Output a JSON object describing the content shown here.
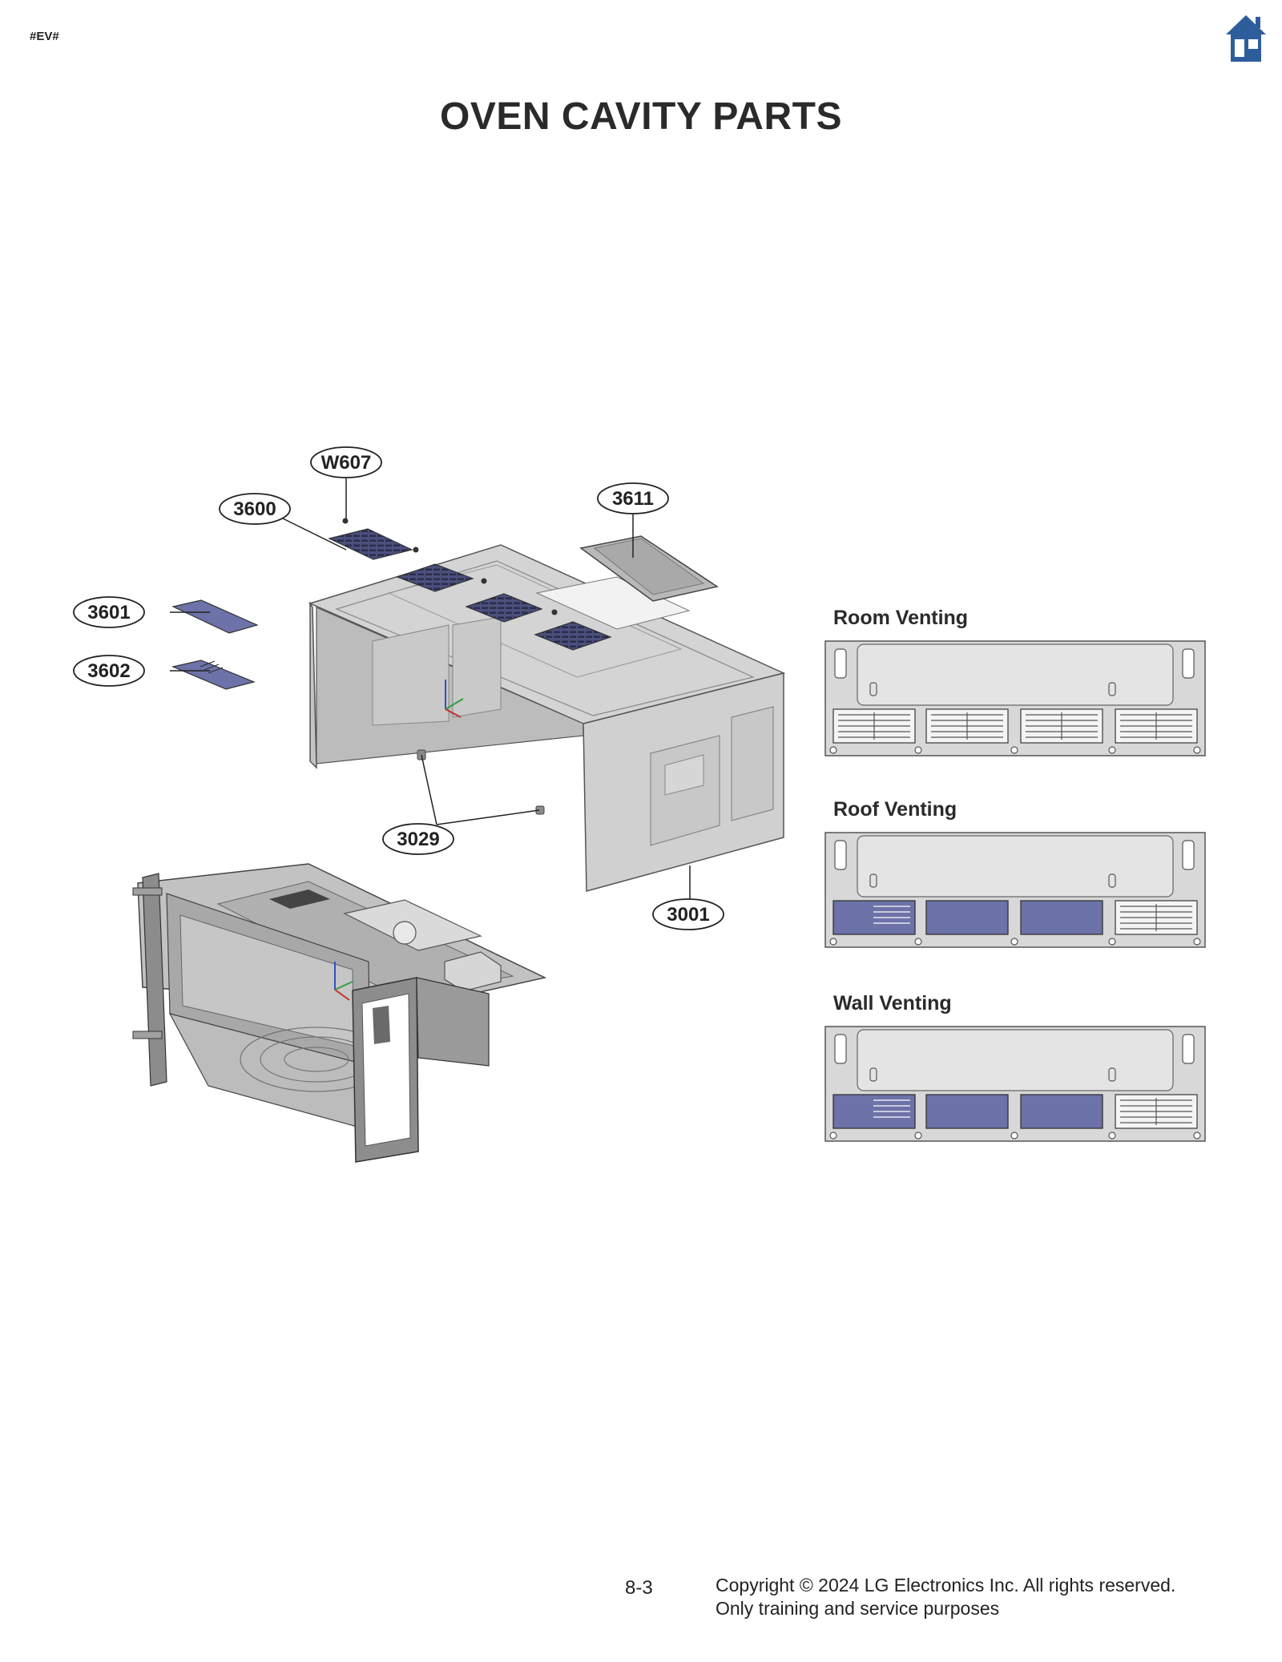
{
  "header": {
    "tag": "#EV#",
    "home_icon": "home-icon"
  },
  "title": "OVEN CAVITY PARTS",
  "callouts": [
    "W607",
    "3600",
    "3611",
    "3601",
    "3602",
    "3029",
    "3001"
  ],
  "venting": {
    "room": "Room Venting",
    "roof": "Roof Venting",
    "wall": "Wall Venting"
  },
  "footer": {
    "page": "8-3",
    "copyright": "Copyright © 2024 LG Electronics Inc. All rights reserved.",
    "purpose": "Only training and service purposes"
  },
  "colors": {
    "accent": "#2e5d9c",
    "part": "#6d72a8",
    "metal": "#d2d2d2",
    "outline": "#555555"
  }
}
